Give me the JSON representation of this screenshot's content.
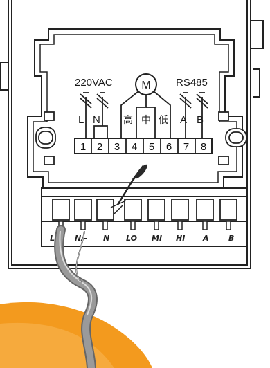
{
  "labels": {
    "power": "220VAC",
    "comm": "RS485",
    "motor": "M"
  },
  "top_terminal_labels": [
    "L",
    "N",
    "高",
    "中",
    "低",
    "A",
    "B"
  ],
  "terminal_numbers": [
    "1",
    "2",
    "3",
    "4",
    "5",
    "6",
    "7",
    "8"
  ],
  "bottom_terminal_labels": [
    "L/+",
    "N/-",
    "N",
    "LO",
    "MI",
    "HI",
    "A",
    "B"
  ],
  "colors": {
    "background": "#ffffff",
    "line": "#222222",
    "accent_orange": "#f39a1e"
  },
  "icons": [
    "fuse-icon",
    "motor-icon",
    "screwdriver-icon",
    "cable-icon"
  ]
}
